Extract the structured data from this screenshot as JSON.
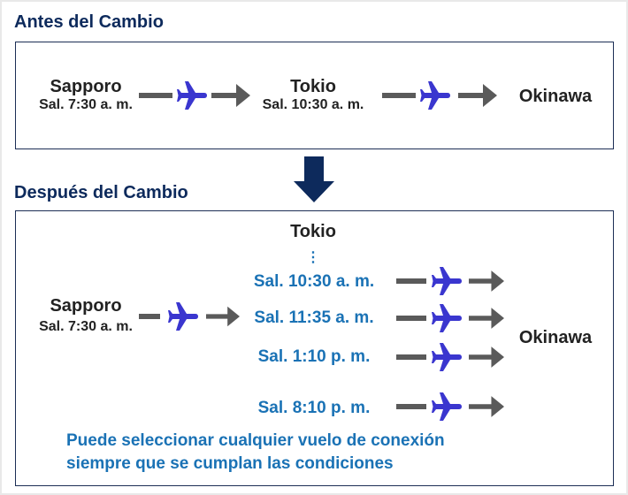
{
  "before": {
    "title": "Antes del Cambio",
    "origin": {
      "city": "Sapporo",
      "dep": "Sal. 7:30 a. m."
    },
    "via": {
      "city": "Tokio",
      "dep": "Sal. 10:30 a. m."
    },
    "destination": "Okinawa"
  },
  "after": {
    "title": "Después del Cambio",
    "origin": {
      "city": "Sapporo",
      "dep": "Sal. 7:30 a. m."
    },
    "via": "Tokio",
    "ellipsis": "⋮",
    "departures": [
      "Sal. 10:30 a. m.",
      "Sal. 11:35 a. m.",
      "Sal. 1:10 p. m.",
      "Sal. 8:10 p. m."
    ],
    "destination": "Okinawa",
    "note": [
      "Puede seleccionar cualquier vuelo de conexión",
      "siempre que se cumplan las condiciones"
    ]
  },
  "colors": {
    "navy": "#0d2a5c",
    "plane": "#3a36cf",
    "blue_text": "#1a72b5",
    "arrow": "#5a5a5a"
  }
}
